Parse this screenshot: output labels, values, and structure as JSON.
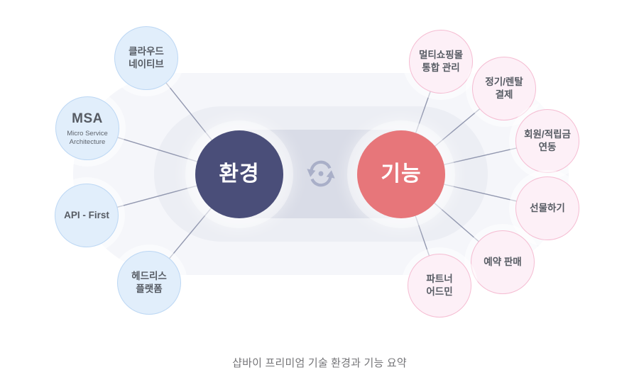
{
  "caption": "샵바이 프리미엄 기술 환경과 기능 요약",
  "hubs": {
    "environment": {
      "label": "환경",
      "color": "#4A4E79"
    },
    "features": {
      "label": "기능",
      "color": "#E7767A"
    }
  },
  "environment_nodes": [
    {
      "label": "클라우드\n네이티브"
    },
    {
      "label": "MSA",
      "sublabel": "Micro Service\nArchitecture"
    },
    {
      "label": "API - First"
    },
    {
      "label": "헤드리스\n플랫폼"
    }
  ],
  "feature_nodes": [
    {
      "label": "멀티쇼핑몰\n통합 관리"
    },
    {
      "label": "정기/렌탈\n결제"
    },
    {
      "label": "회원/적립금\n연동"
    },
    {
      "label": "선물하기"
    },
    {
      "label": "예약 판매"
    },
    {
      "label": "파트너\n어드민"
    }
  ],
  "icons": {
    "center": "sync-icon"
  },
  "colors": {
    "environment_hub": "#4A4E79",
    "features_hub": "#E7767A",
    "environment_node_fill": "#E1EEFB",
    "environment_node_border": "#BCD7F4",
    "feature_node_fill": "#FDF0F7",
    "feature_node_border": "#F5BCD2",
    "connector_line": "#8D93AC",
    "pill_inner": "#D9DCE7",
    "pill_middle": "#ECEEF4",
    "pill_outer": "#F5F6FA",
    "sync_icon": "#A9AFC8",
    "caption_text": "#757578",
    "node_text": "#565B63"
  }
}
